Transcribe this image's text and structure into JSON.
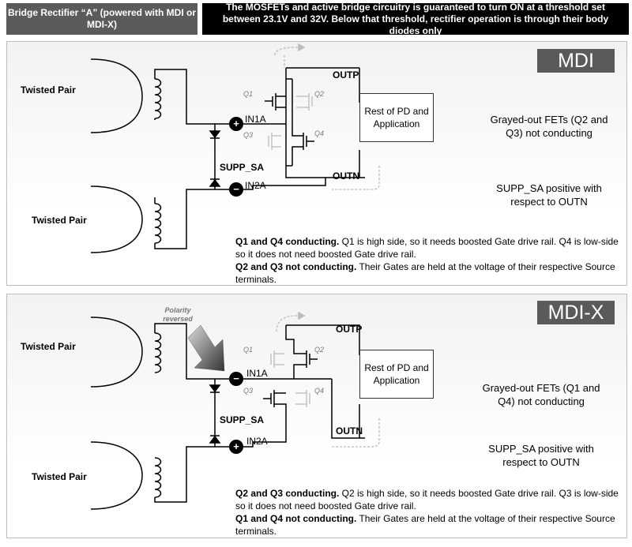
{
  "header": {
    "left": "Bridge Rectifier “A” (powered with MDI or MDI-X)",
    "right": "The MOSFETs and active bridge circuitry is guaranteed to turn ON at a threshold set between 23.1V and 32V. Below that threshold, rectifier operation is through their body diodes only"
  },
  "panels": [
    {
      "mode": "MDI",
      "twisted_pair_top": "Twisted Pair",
      "twisted_pair_bottom": "Twisted Pair",
      "outp": "OUTP",
      "outn": "OUTN",
      "in1a": "IN1A",
      "in2a": "IN2A",
      "in1a_sign": "+",
      "in2a_sign": "−",
      "supp_sa": "SUPP_SA",
      "q1": "Q1",
      "q2": "Q2",
      "q3": "Q3",
      "q4": "Q4",
      "box": "Rest of PD and Application",
      "note1": "Grayed-out FETs (Q2 and Q3) not conducting",
      "note2": "SUPP_SA positive with respect to OUTN",
      "desc1_bold": "Q1 and Q4 conducting.",
      "desc1_rest": " Q1 is high side, so it needs boosted Gate drive rail. Q4 is low-side so it does not need boosted Gate drive rail.",
      "desc2_bold": "Q2 and Q3 not conducting.",
      "desc2_rest": " Their Gates are held at the voltage of their respective Source terminals."
    },
    {
      "mode": "MDI-X",
      "polarity": "Polarity reversed",
      "twisted_pair_top": "Twisted Pair",
      "twisted_pair_bottom": "Twisted Pair",
      "outp": "OUTP",
      "outn": "OUTN",
      "in1a": "IN1A",
      "in2a": "IN2A",
      "in1a_sign": "−",
      "in2a_sign": "+",
      "supp_sa": "SUPP_SA",
      "q1": "Q1",
      "q2": "Q2",
      "q3": "Q3",
      "q4": "Q4",
      "box": "Rest of PD and Application",
      "note1": "Grayed-out FETs (Q1 and Q4) not conducting",
      "note2": "SUPP_SA positive with respect to OUTN",
      "desc1_bold": "Q2 and Q3 conducting.",
      "desc1_rest": " Q2 is high side, so it needs boosted Gate drive rail. Q3 is low-side so it does not need boosted Gate drive rail.",
      "desc2_bold": "Q1 and Q4 not conducting.",
      "desc2_rest": " Their Gates are held at the voltage of their respective Source terminals."
    }
  ]
}
